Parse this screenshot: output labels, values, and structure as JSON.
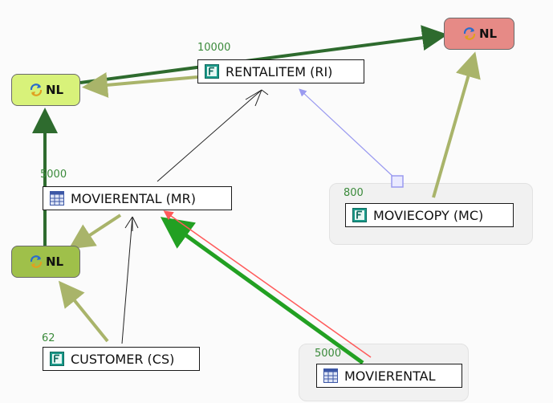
{
  "colors": {
    "edge_dark_green": "#2e6b2e",
    "edge_olive": "#a9b46a",
    "edge_bright_green": "#22a022",
    "edge_red": "#ff5a5a",
    "edge_blue": "#9a9af0",
    "nl_light": "#d8f27a",
    "nl_mid": "#9fc04a",
    "nl_red": "#e68a86"
  },
  "nodes": {
    "nl_top_right": {
      "label": "NL",
      "icon": "refresh-icon"
    },
    "nl_left_top": {
      "label": "NL",
      "icon": "refresh-icon"
    },
    "nl_left_bottom": {
      "label": "NL",
      "icon": "refresh-icon"
    },
    "rentalitem": {
      "label": "RENTALITEM (RI)",
      "icon": "table-icon",
      "count": "10000"
    },
    "movierental_mr": {
      "label": "MOVIERENTAL (MR)",
      "icon": "table-grid-icon",
      "count": "5000"
    },
    "moviecopy": {
      "label": "MOVIECOPY (MC)",
      "icon": "table-icon",
      "count": "800"
    },
    "customer": {
      "label": "CUSTOMER (CS)",
      "icon": "table-icon",
      "count": "62"
    },
    "movierental": {
      "label": "MOVIERENTAL",
      "icon": "table-grid-icon",
      "count": "5000"
    }
  }
}
